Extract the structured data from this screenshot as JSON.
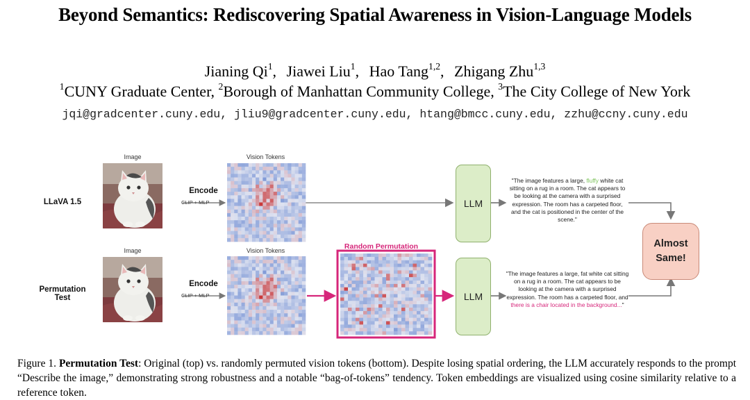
{
  "paper": {
    "title": "Beyond Semantics: Rediscovering Spatial Awareness in Vision-Language Models",
    "authors": [
      {
        "name": "Jianing Qi",
        "aff": "1"
      },
      {
        "name": "Jiawei Liu",
        "aff": "1"
      },
      {
        "name": "Hao Tang",
        "aff": "1,2"
      },
      {
        "name": "Zhigang Zhu",
        "aff": "1,3"
      }
    ],
    "affiliations": [
      {
        "num": "1",
        "name": "CUNY Graduate Center,"
      },
      {
        "num": "2",
        "name": "Borough of Manhattan Community College,"
      },
      {
        "num": "3",
        "name": "The City College of New York"
      }
    ],
    "emails": "jqi@gradcenter.cuny.edu, jliu9@gradcenter.cuny.edu, htang@bmcc.cuny.edu, zzhu@ccny.cuny.edu"
  },
  "figure": {
    "image_label": "Image",
    "tokens_label": "Vision Tokens",
    "row1_label": "LLaVA 1.5",
    "row2_label_line1": "Permutation",
    "row2_label_line2": "Test",
    "encode_label": "Encode",
    "encode_sub": "CLIP + MLP",
    "random_permutation": "Random Permutation",
    "llm_label": "LLM",
    "response1_pre": "\"The image features a large, ",
    "response1_hl": "fluffy",
    "response1_post": " white cat sitting on a rug in a room. The cat appears to be looking at the camera with a surprised expression. The room has a carpeted floor, and the cat is positioned in the center of the scene.\"",
    "response2_pre": "\"The image features a large, fat white cat sitting on a rug in a room. The cat appears to be looking at the camera with a surprised expression. The room has a carpeted floor, and ",
    "response2_hl": "there is a chair located in the background...",
    "response2_post": "\"",
    "result_line1": "Almost",
    "result_line2": "Same!",
    "colors": {
      "llm_fill": "#dcedc8",
      "result_fill": "#f8d0c4",
      "perm_accent": "#d6267a",
      "highlight_green": "#7cc25a"
    }
  },
  "caption": {
    "prefix": "Figure 1.",
    "bold": "Permutation Test",
    "text": ": Original (top) vs. randomly permuted vision tokens (bottom). Despite losing spatial ordering, the LLM accurately responds to the prompt “Describe the image,” demonstrating strong robustness and a notable “bag-of-tokens” tendency. Token embeddings are visualized using cosine similarity relative to a reference token."
  }
}
